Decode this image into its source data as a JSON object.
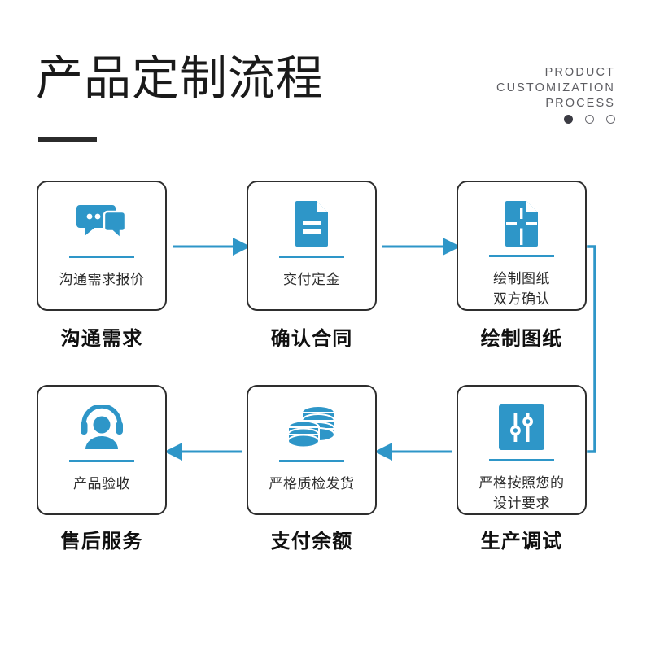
{
  "header": {
    "title": "产品定制流程",
    "english_lines": [
      "PRODUCT",
      "CUSTOMIZATION",
      "PROCESS"
    ],
    "dots": [
      {
        "name": "dot-1",
        "state": "filled"
      },
      {
        "name": "dot-2",
        "state": "hollow"
      },
      {
        "name": "dot-3",
        "state": "hollow"
      }
    ]
  },
  "colors": {
    "accent_blue": "#2e96c8",
    "card_border": "#2e2e2e",
    "title_text": "#1a1a1a",
    "english_text": "#5d5d62",
    "background": "#ffffff"
  },
  "steps": [
    {
      "index": 1,
      "icon": "chat-bubbles-icon",
      "caption_lines": [
        "沟通需求报价"
      ],
      "label": "沟通需求"
    },
    {
      "index": 2,
      "icon": "document-icon",
      "caption_lines": [
        "交付定金"
      ],
      "label": "确认合同"
    },
    {
      "index": 3,
      "icon": "blueprint-drawing-icon",
      "caption_lines": [
        "绘制图纸",
        "双方确认"
      ],
      "label": "绘制图纸"
    },
    {
      "index": 4,
      "icon": "sliders-settings-icon",
      "caption_lines": [
        "严格按照您的",
        "设计要求"
      ],
      "label": "生产调试"
    },
    {
      "index": 5,
      "icon": "coin-stacks-icon",
      "caption_lines": [
        "严格质检发货"
      ],
      "label": "支付余额"
    },
    {
      "index": 6,
      "icon": "headset-support-icon",
      "caption_lines": [
        "产品验收"
      ],
      "label": "售后服务"
    }
  ],
  "connectors": [
    {
      "name": "arrow-step1-to-step2",
      "direction": "right"
    },
    {
      "name": "arrow-step2-to-step3",
      "direction": "right"
    },
    {
      "name": "connector-step3-to-step4-wrap",
      "direction": "down-left"
    },
    {
      "name": "arrow-step4-to-step5",
      "direction": "left"
    },
    {
      "name": "arrow-step5-to-step6",
      "direction": "left"
    }
  ]
}
